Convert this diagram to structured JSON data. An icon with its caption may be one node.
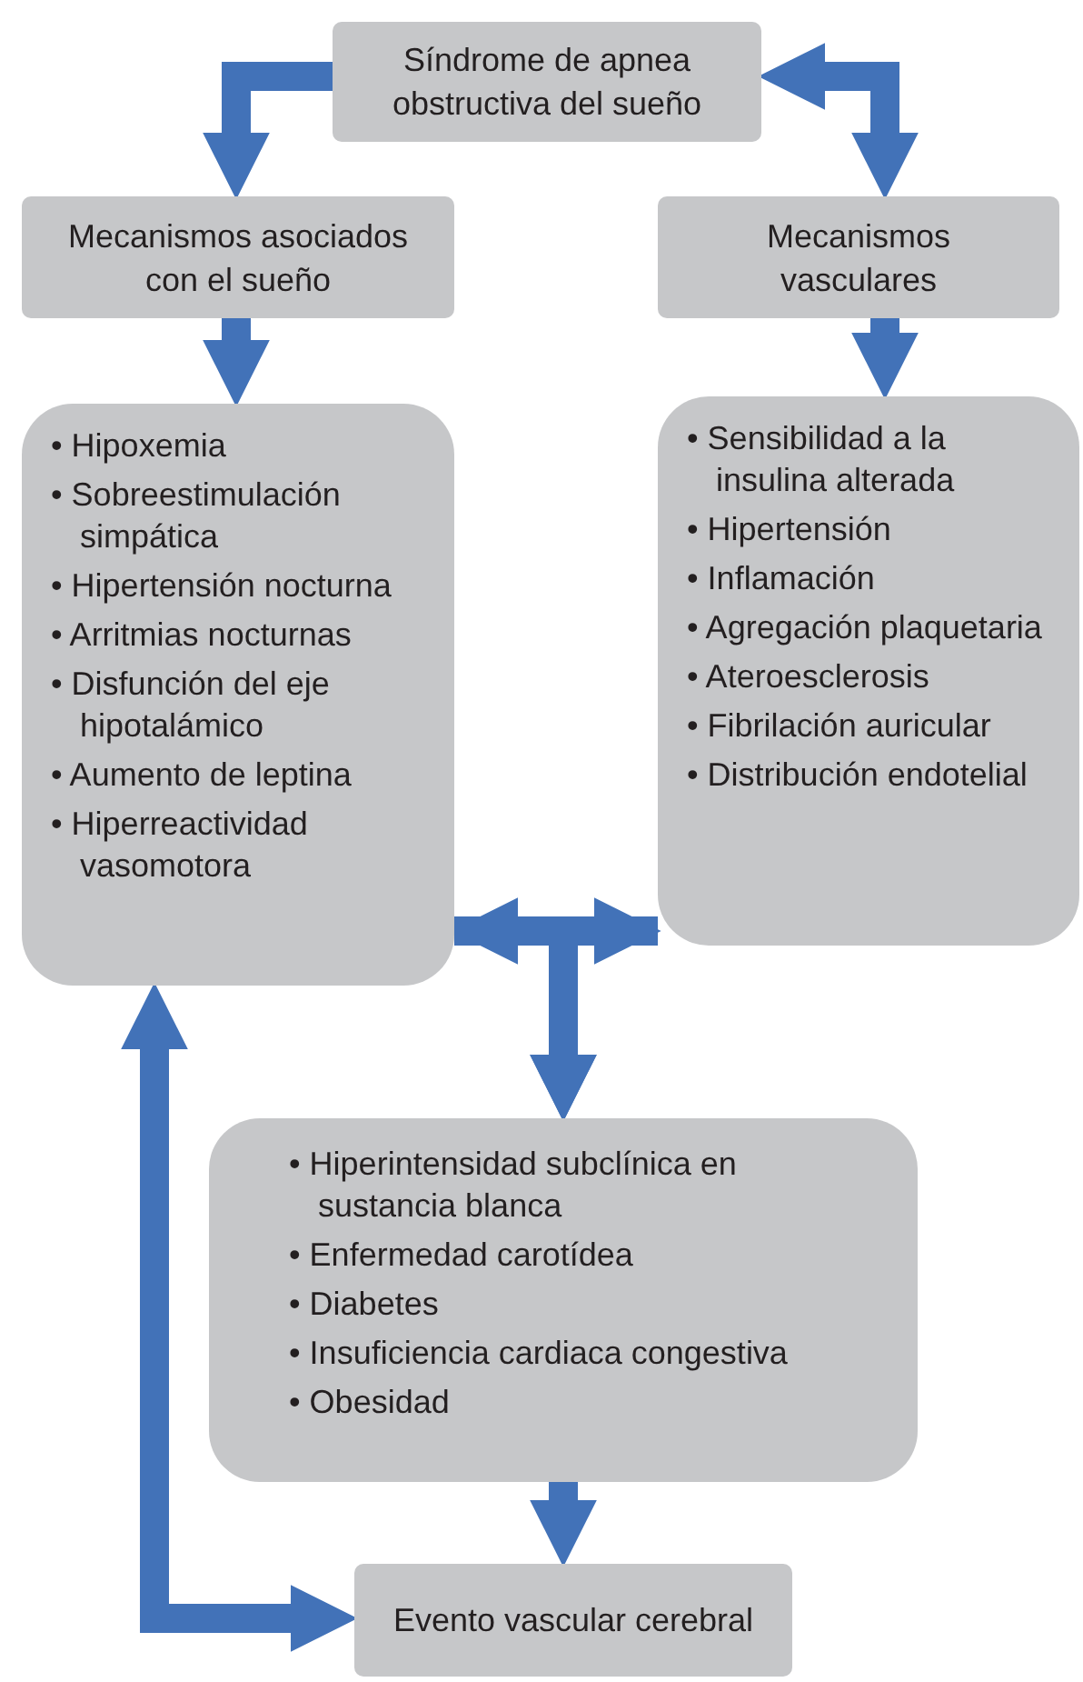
{
  "diagram": {
    "nodes": [
      {
        "text": [
          "Síndrome de apnea obstructiva del sueño"
        ]
      },
      {
        "text": [
          "Mecanismos asociados con el sueño"
        ]
      },
      {
        "text": [
          "Mecanismos vasculares"
        ]
      },
      {
        "text": [
          "• Hipoxemia",
          "• Sobreestimulación simpática",
          "• Hipertensión nocturna",
          "• Arritmias nocturnas",
          "• Disfunción del eje hipotalámico",
          "• Aumento de leptina",
          "• Hiperreactividad vasomotora"
        ]
      },
      {
        "text": [
          "• Sensibilidad a la insulina alterada",
          "• Hipertensión",
          "• Inflamación",
          "• Agregación plaquetaria",
          "• Ateroesclerosis",
          "• Fibrilación auricular",
          "• Distribución endotelial"
        ]
      },
      {
        "text": [
          "• Hiperintensidad subclínica en sustancia blanca",
          "• Enfermedad carotídea",
          "• Diabetes",
          "• Insuficiencia cardiaca congestiva",
          "• Obesidad"
        ]
      },
      {
        "text": [
          "Evento vascular cerebral"
        ]
      }
    ],
    "edges": [
      {
        "from": 0,
        "to": 1,
        "arrow": "to"
      },
      {
        "from": 0,
        "to": 2,
        "arrow": "both"
      },
      {
        "from": 1,
        "to": 3,
        "arrow": "to"
      },
      {
        "from": 2,
        "to": 4,
        "arrow": "to"
      },
      {
        "from": 3,
        "to": 4,
        "arrow": "both"
      },
      {
        "from": 3,
        "to": 5,
        "arrow": "to"
      },
      {
        "from": 4,
        "to": 5,
        "arrow": "to"
      },
      {
        "from": 5,
        "to": 6,
        "arrow": "to"
      },
      {
        "from": 6,
        "to": 3,
        "arrow": "both"
      }
    ]
  }
}
